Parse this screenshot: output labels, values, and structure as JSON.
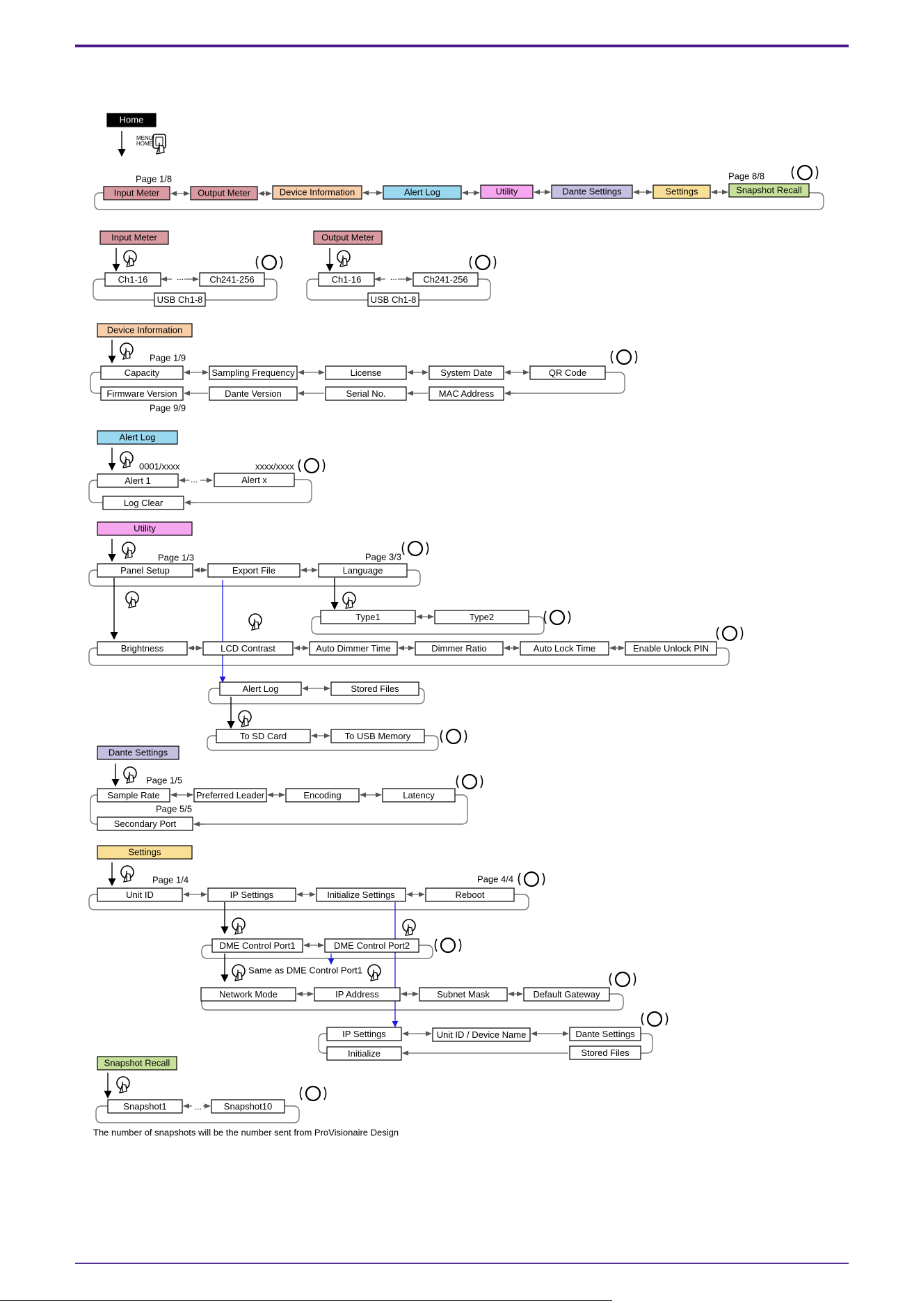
{
  "colors": {
    "home": "#000000",
    "input_meter": "#d99aa2",
    "output_meter": "#d99aa2",
    "device_information": "#f8cdaa",
    "alert_log": "#9ad8f0",
    "utility": "#f7a6f0",
    "dante_settings": "#c5c0e2",
    "settings": "#f9df96",
    "snapshot_recall": "#c7e09a",
    "link_blue": "#1a1ae0",
    "arrow_gray": "#666666",
    "rule": "#4a1a8a"
  },
  "home": {
    "label": "Home",
    "menu_key": [
      "MENU/",
      "HOME"
    ],
    "main_menu": [
      "Input Meter",
      "Output Meter",
      "Device Information",
      "Alert Log",
      "Utility",
      "Dante Settings",
      "Settings",
      "Snapshot Recall"
    ],
    "first_page": "Page 1/8",
    "last_page": "Page 8/8"
  },
  "input_meter": {
    "title": "Input Meter",
    "items": [
      "Ch1-16",
      "...",
      "Ch241-256",
      "USB Ch1-8"
    ]
  },
  "output_meter": {
    "title": "Output Meter",
    "items": [
      "Ch1-16",
      "...",
      "Ch241-256",
      "USB Ch1-8"
    ]
  },
  "device_information": {
    "title": "Device Information",
    "row1": [
      "Capacity",
      "Sampling Frequency",
      "License",
      "System Date",
      "QR Code"
    ],
    "row2": [
      "Firmware Version",
      "Dante Version",
      "Serial No.",
      "MAC Address"
    ],
    "first_page": "Page 1/9",
    "last_page": "Page 9/9"
  },
  "alert_log": {
    "title": "Alert Log",
    "items": [
      "Alert 1",
      "...",
      "Alert x",
      "Log Clear"
    ],
    "first_counter": "0001/xxxx",
    "last_counter": "xxxx/xxxx"
  },
  "utility": {
    "title": "Utility",
    "pages": [
      "Panel Setup",
      "Export File",
      "Language"
    ],
    "first_page": "Page 1/3",
    "last_page": "Page 3/3",
    "language_types": [
      "Type1",
      "Type2"
    ],
    "panel_setup_items": [
      "Brightness",
      "LCD Contrast",
      "Auto Dimmer Time",
      "Dimmer Ratio",
      "Auto Lock Time",
      "Enable Unlock PIN"
    ],
    "export_items": [
      "Alert Log",
      "Stored Files"
    ],
    "export_targets": [
      "To SD Card",
      "To USB Memory"
    ]
  },
  "dante_settings": {
    "title": "Dante Settings",
    "items": [
      "Sample Rate",
      "Preferred Leader",
      "Encoding",
      "Latency",
      "Secondary Port"
    ],
    "first_page": "Page 1/5",
    "last_page": "Page 5/5"
  },
  "settings": {
    "title": "Settings",
    "items": [
      "Unit ID",
      "IP Settings",
      "Initialize Settings",
      "Reboot"
    ],
    "first_page": "Page 1/4",
    "last_page": "Page 4/4",
    "dme_ports": [
      "DME Control Port1",
      "DME Control Port2"
    ],
    "same_note": "Same as DME Control Port1",
    "network_items": [
      "Network Mode",
      "IP Address",
      "Subnet Mask",
      "Default Gateway"
    ],
    "initialize_items": [
      "IP Settings",
      "Unit ID / Device Name",
      "Dante Settings",
      "Initialize",
      "Stored Files"
    ]
  },
  "snapshot_recall": {
    "title": "Snapshot Recall",
    "items": [
      "Snapshot1",
      "...",
      "Snapshot10"
    ],
    "note": "The number of snapshots will be the number sent from ProVisionaire Design"
  }
}
